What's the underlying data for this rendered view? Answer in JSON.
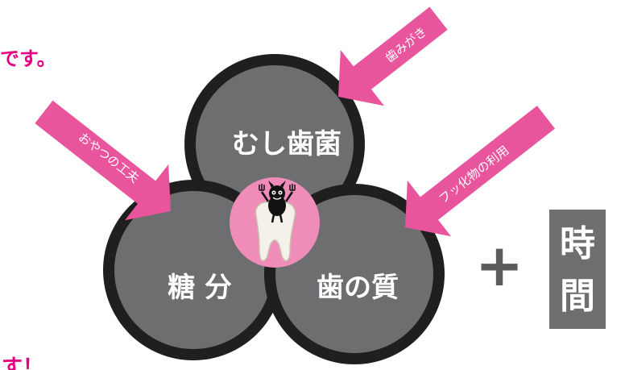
{
  "intro_text_fragment": "です。",
  "bottom_text_fragment": "す！",
  "circles": {
    "top": {
      "label": "むし歯菌"
    },
    "left": {
      "label": "糖 分"
    },
    "right": {
      "label": "歯の質"
    }
  },
  "arrows": {
    "top": {
      "label": "歯みがき"
    },
    "left": {
      "label": "おやつの工夫"
    },
    "right": {
      "label": "フッ化物の利用"
    }
  },
  "plus_symbol": "+",
  "time_box": {
    "char1": "時",
    "char2": "間"
  },
  "colors": {
    "circle_fill": "#6e6e70",
    "circle_ring": "#1f1f1f",
    "arrow": "#e9559c",
    "accent_text": "#e4007f",
    "center_disc": "#f08cb8",
    "time_box": "#6e6e70",
    "plus": "#5b5b5b"
  },
  "icons": {
    "center": "tooth-with-germ-icon"
  }
}
